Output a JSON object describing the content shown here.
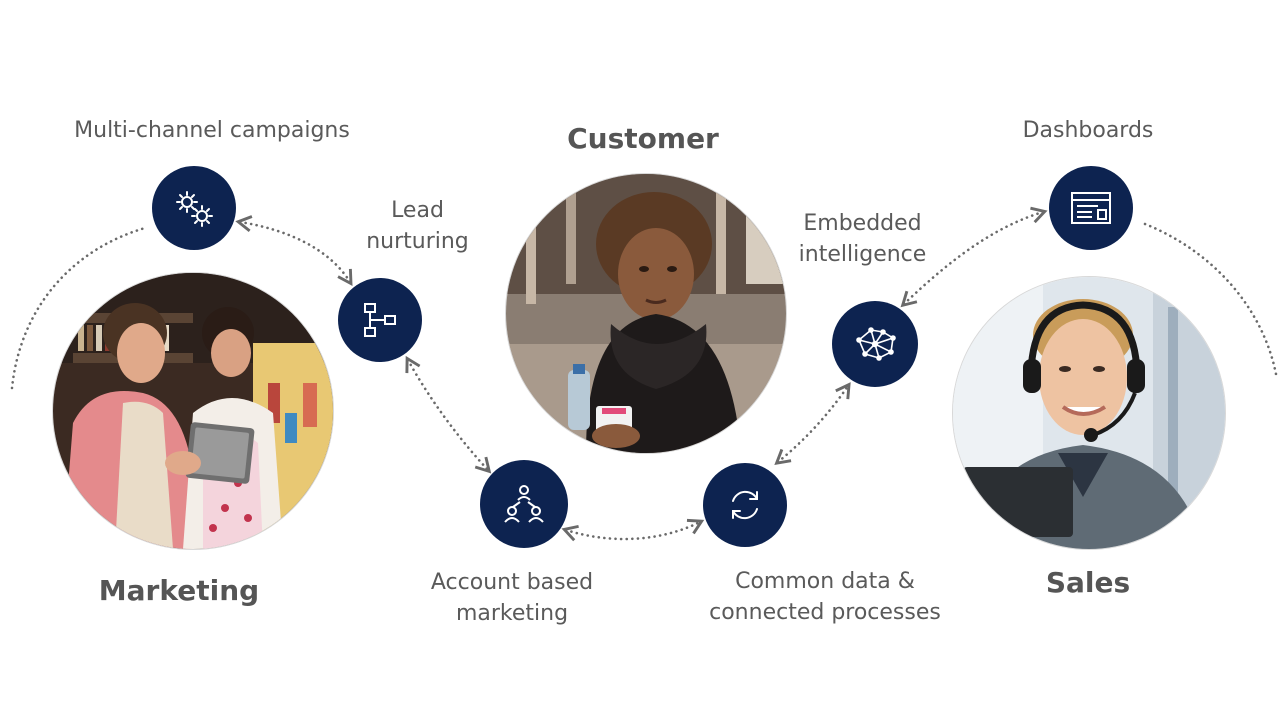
{
  "segments": {
    "customer": "Customer",
    "marketing": "Marketing",
    "sales": "Sales"
  },
  "capabilities": {
    "multi_channel": "Multi-channel campaigns",
    "lead_nurturing": [
      "Lead",
      "nurturing"
    ],
    "account_based": [
      "Account based",
      "marketing"
    ],
    "common_data": [
      "Common data &",
      "connected processes"
    ],
    "embedded_intelligence": [
      "Embedded",
      "intelligence"
    ],
    "dashboards": "Dashboards"
  },
  "icons": {
    "multi_channel": "gears-icon",
    "lead_nurturing": "flowchart-icon",
    "account_based": "org-chart-icon",
    "common_data": "sync-icon",
    "embedded_intelligence": "network-icon",
    "dashboards": "dashboard-window-icon"
  },
  "colors": {
    "node_fill": "#0d2350",
    "icon_stroke": "#ffffff",
    "text": "#555555",
    "connector": "#6a6a6a"
  }
}
